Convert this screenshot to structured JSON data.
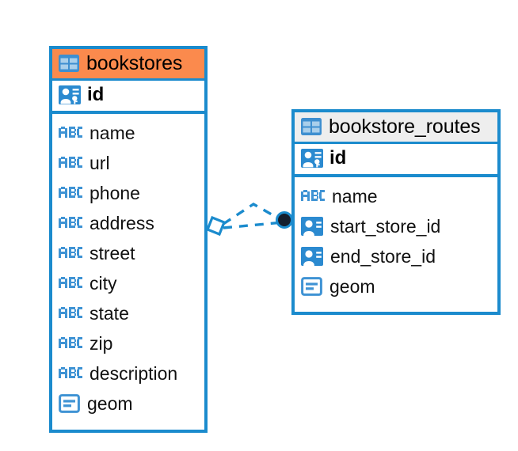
{
  "diagram": {
    "type": "entity-relationship-diagram",
    "background_color": "#ffffff",
    "accent_color": "#1b8bcd",
    "highlight_color": "#fb8a4d",
    "entities": [
      {
        "name": "bookstores",
        "header_style": "accent-orange",
        "header_icon": "table-icon",
        "primary_key": {
          "label": "id",
          "icon": "primary-key-icon"
        },
        "fields": [
          {
            "label": "name",
            "icon": "abc-text-icon"
          },
          {
            "label": "url",
            "icon": "abc-text-icon"
          },
          {
            "label": "phone",
            "icon": "abc-text-icon"
          },
          {
            "label": "address",
            "icon": "abc-text-icon"
          },
          {
            "label": "street",
            "icon": "abc-text-icon"
          },
          {
            "label": "city",
            "icon": "abc-text-icon"
          },
          {
            "label": "state",
            "icon": "abc-text-icon"
          },
          {
            "label": "zip",
            "icon": "abc-text-icon"
          },
          {
            "label": "description",
            "icon": "abc-text-icon"
          },
          {
            "label": "geom",
            "icon": "geometry-icon"
          }
        ]
      },
      {
        "name": "bookstore_routes",
        "header_style": "accent-grey",
        "header_icon": "table-icon",
        "primary_key": {
          "label": "id",
          "icon": "primary-key-icon"
        },
        "fields": [
          {
            "label": "name",
            "icon": "abc-text-icon"
          },
          {
            "label": "start_store_id",
            "icon": "foreign-key-icon"
          },
          {
            "label": "end_store_id",
            "icon": "foreign-key-icon"
          },
          {
            "label": "geom",
            "icon": "geometry-icon"
          }
        ]
      }
    ],
    "relationship": {
      "style": "dashed",
      "color": "#1b8bcd",
      "source_marker": "diamond-marker",
      "target_marker": "filled-circle-marker",
      "source_entity": "bookstores",
      "target_entity": "bookstore_routes"
    }
  }
}
